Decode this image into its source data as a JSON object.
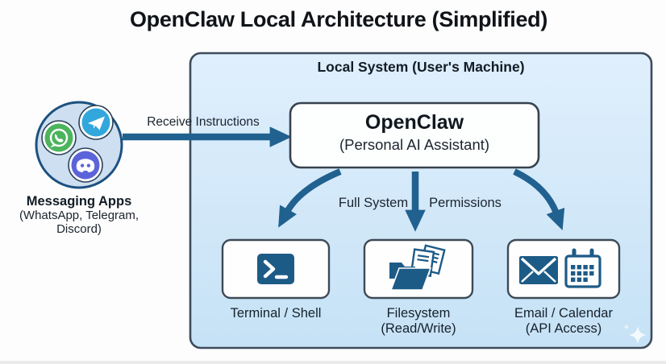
{
  "title": "OpenClaw Local Architecture (Simplified)",
  "local_system": {
    "label": "Local System (User's Machine)"
  },
  "messaging": {
    "label": "Messaging Apps",
    "sub1": "(WhatsApp, Telegram,",
    "sub2": "Discord)",
    "icons": [
      "whatsapp-icon",
      "telegram-icon",
      "discord-icon"
    ]
  },
  "flow": {
    "receive_label": "Receive Instructions",
    "perm_left": "Full System",
    "perm_right": "Permissions"
  },
  "openclaw": {
    "title": "OpenClaw",
    "subtitle": "(Personal AI Assistant)"
  },
  "tools": [
    {
      "id": "terminal",
      "icon": "terminal-icon",
      "label1": "Terminal / Shell",
      "label2": ""
    },
    {
      "id": "filesystem",
      "icon": "filesystem-icon",
      "label1": "Filesystem",
      "label2": "(Read/Write)"
    },
    {
      "id": "email-calendar",
      "icon": "email-calendar-icon",
      "label1": "Email / Calendar",
      "label2": "(API Access)"
    }
  ],
  "colors": {
    "arrow_blue": "#20618f",
    "icon_blue": "#1d5b87",
    "panel_fill_top": "#e0effc",
    "panel_fill_bottom": "#c6e2f6",
    "panel_border": "#3d4c5c",
    "whatsapp_green": "#4cb45c",
    "telegram_blue": "#32a7dc",
    "discord_purple": "#5c64d9",
    "circle_fill": "#cddff0",
    "circle_border": "#1d5180"
  }
}
